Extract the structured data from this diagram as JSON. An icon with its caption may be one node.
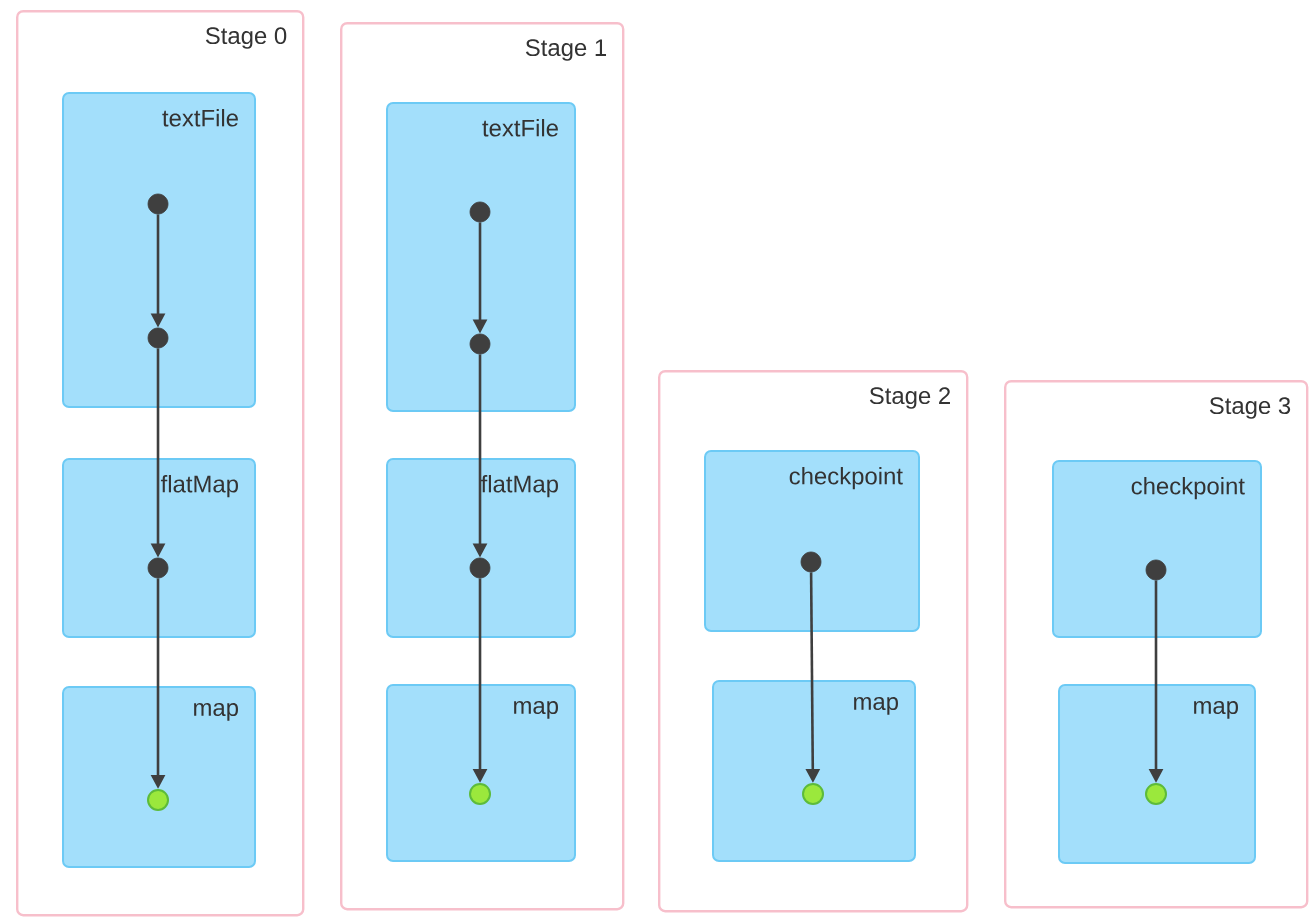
{
  "diagram": {
    "nodes": [
      {
        "text": [
          "Stage 0"
        ]
      },
      {
        "text": [
          "textFile"
        ],
        "in": 0
      },
      {
        "text": [],
        "shape": "circle",
        "in": 1
      },
      {
        "text": [],
        "shape": "circle",
        "in": 1
      },
      {
        "text": [
          "flatMap"
        ],
        "in": 0
      },
      {
        "text": [],
        "shape": "circle",
        "in": 4
      },
      {
        "text": [
          "map"
        ],
        "in": 0
      },
      {
        "text": [],
        "shape": "circle",
        "in": 6
      },
      {
        "text": [
          "Stage 1"
        ]
      },
      {
        "text": [
          "textFile"
        ],
        "in": 8
      },
      {
        "text": [],
        "shape": "circle",
        "in": 9
      },
      {
        "text": [],
        "shape": "circle",
        "in": 9
      },
      {
        "text": [
          "flatMap"
        ],
        "in": 8
      },
      {
        "text": [],
        "shape": "circle",
        "in": 12
      },
      {
        "text": [
          "map"
        ],
        "in": 8
      },
      {
        "text": [],
        "shape": "circle",
        "in": 14
      },
      {
        "text": [
          "Stage 2"
        ]
      },
      {
        "text": [
          "checkpoint"
        ],
        "in": 16
      },
      {
        "text": [],
        "shape": "circle",
        "in": 17
      },
      {
        "text": [
          "map"
        ],
        "in": 16
      },
      {
        "text": [],
        "shape": "circle",
        "in": 19
      },
      {
        "text": [
          "Stage 3"
        ]
      },
      {
        "text": [
          "checkpoint"
        ],
        "in": 21
      },
      {
        "text": [],
        "shape": "circle",
        "in": 22
      },
      {
        "text": [
          "map"
        ],
        "in": 21
      },
      {
        "text": [],
        "shape": "circle",
        "in": 24
      }
    ],
    "edges": [
      {
        "from": 2,
        "to": 3,
        "arrow": "to"
      },
      {
        "from": 3,
        "to": 5,
        "arrow": "to"
      },
      {
        "from": 5,
        "to": 7,
        "arrow": "to"
      },
      {
        "from": 10,
        "to": 11,
        "arrow": "to"
      },
      {
        "from": 11,
        "to": 13,
        "arrow": "to"
      },
      {
        "from": 13,
        "to": 15,
        "arrow": "to"
      },
      {
        "from": 18,
        "to": 20,
        "arrow": "to"
      },
      {
        "from": 23,
        "to": 25,
        "arrow": "to"
      }
    ]
  }
}
